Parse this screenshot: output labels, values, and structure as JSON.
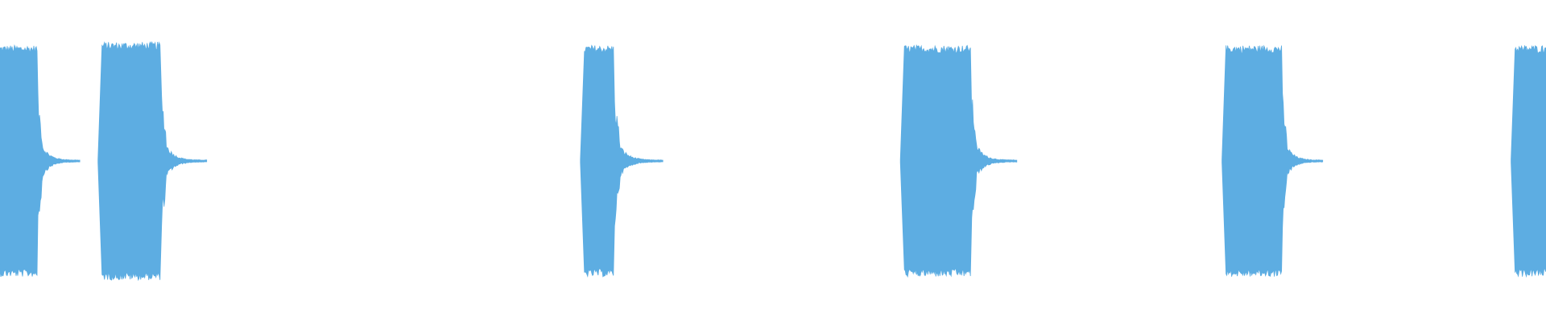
{
  "waveform": {
    "color": "#5dade2",
    "background": "#ffffff",
    "amplitude_peak_fraction": 0.36,
    "bursts": [
      {
        "start": 0.0,
        "end": 0.024,
        "level": 0.36,
        "tail_end": 0.052
      },
      {
        "start": 0.066,
        "end": 0.104,
        "level": 0.37,
        "tail_end": 0.134
      },
      {
        "start": 0.378,
        "end": 0.397,
        "level": 0.36,
        "tail_end": 0.429
      },
      {
        "start": 0.585,
        "end": 0.628,
        "level": 0.36,
        "tail_end": 0.658
      },
      {
        "start": 0.793,
        "end": 0.829,
        "level": 0.36,
        "tail_end": 0.856
      },
      {
        "start": 0.98,
        "end": 1.0,
        "level": 0.36,
        "tail_end": 1.0
      }
    ]
  }
}
